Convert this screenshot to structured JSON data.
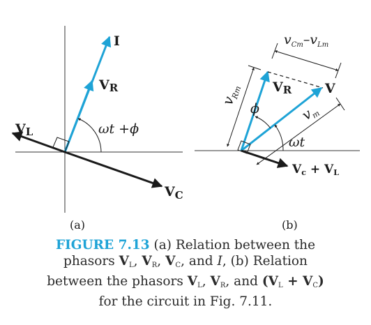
{
  "panel_a": {
    "label_I": "I",
    "label_VR": "V",
    "label_VR_sub": "R",
    "label_VL": "V",
    "label_VL_sub": "L",
    "label_VC": "V",
    "label_VC_sub": "C",
    "angle_omega": "ω",
    "angle_t_phi": "t +",
    "angle_phi": "ϕ",
    "panel_label": "(a)"
  },
  "panel_b": {
    "label_vCm": "v",
    "label_vCm_sub": "Cm",
    "label_minus": "–",
    "label_vLm": "v",
    "label_vLm_sub": "Lm",
    "label_vRm": "v",
    "label_vRm_sub": "Rm",
    "label_VR": "V",
    "label_VR_sub": "R",
    "label_V": "V",
    "label_phi": "ϕ",
    "label_vm": "v",
    "label_vm_sub": "m",
    "label_omega_t": "ωt",
    "label_VcVL_a": "V",
    "label_VcVL_a_sub": "c",
    "label_plus": " + ",
    "label_VcVL_b": "V",
    "label_VcVL_b_sub": "L",
    "panel_label": "(b)"
  },
  "caption": {
    "title": "FIGURE 7.13",
    "t1": " (a) Relation between the",
    "t2": "phasors ",
    "V": "V",
    "sub_L": "L",
    "sub_R": "R",
    "sub_C": "C",
    "comma": ", ",
    "and": ", and ",
    "I": "I",
    "t3": ", (b) Relation",
    "t4": "between the  phasors ",
    "paren_open": "(",
    "plus": " + ",
    "paren_close": ")",
    "t5": "for the circuit in Fig. 7.11."
  },
  "colors": {
    "phasor_blue": "#1ea3d6",
    "axis": "#333333",
    "phasor_dark": "#1a1a1a"
  }
}
